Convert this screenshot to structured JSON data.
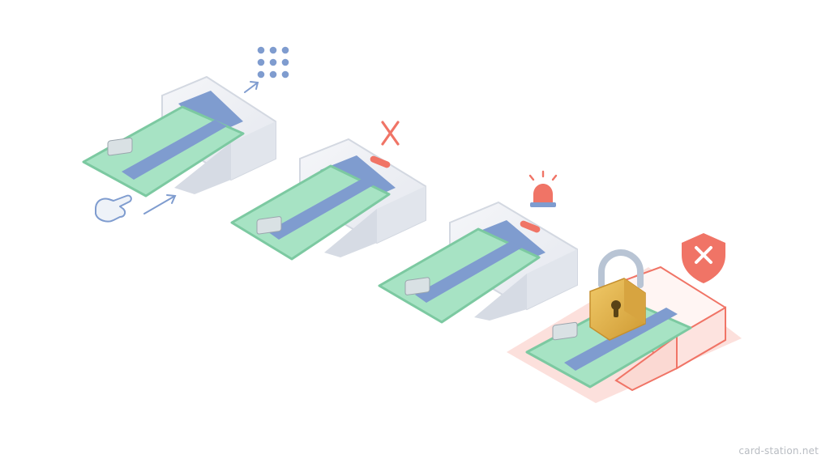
{
  "scene": {
    "description_type": "isometric card-reader illustration",
    "steps": [
      {
        "id": "insert",
        "status_icon": "keypad-grid-icon",
        "accent": "#6e8fbf"
      },
      {
        "id": "rejected",
        "status_icon": "x-mark-icon",
        "accent": "#f07466"
      },
      {
        "id": "alert",
        "status_icon": "siren-icon",
        "accent": "#f07466"
      },
      {
        "id": "locked",
        "status_icon": "shield-x-icon",
        "accent": "#f07466"
      }
    ],
    "colors": {
      "card_fill": "#a7e3c4",
      "card_edge": "#7cc9a1",
      "stripe": "#7f9ccf",
      "chip": "#d9e1e4",
      "reader_light": "#eef0f4",
      "reader_shade": "#d7dbe3",
      "alert": "#f07466",
      "alert_soft": "#fbd3cd",
      "lock_body": "#e2b651",
      "lock_shackle": "#b8c4d4"
    }
  },
  "watermark": "card-station.net"
}
